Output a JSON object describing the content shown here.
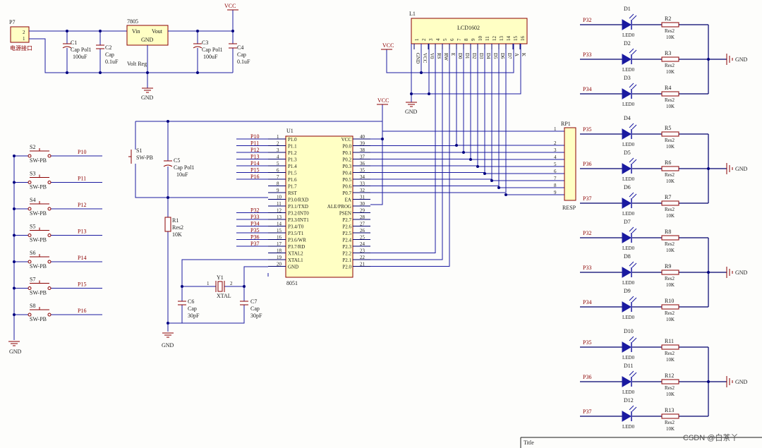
{
  "power": {
    "connector": {
      "ref": "P7",
      "pin1": "1",
      "pin2": "2",
      "name": "电源接口"
    },
    "regulator": {
      "ref": "7805",
      "vin": "Vin",
      "vout": "Vout",
      "gnd": "GND",
      "value": "Volt Reg"
    },
    "caps": [
      {
        "ref": "C1",
        "type": "Cap Pol1",
        "value": "100uF"
      },
      {
        "ref": "C2",
        "type": "Cap",
        "value": "0.1uF"
      },
      {
        "ref": "C3",
        "type": "Cap Pol1",
        "value": "100uF"
      },
      {
        "ref": "C4",
        "type": "Cap",
        "value": "0.1uF"
      }
    ],
    "vcc_label": "VCC",
    "gnd_label": "GND"
  },
  "lcd": {
    "ref": "L1",
    "name": "LCD1602",
    "pin_numbers": [
      "1",
      "2",
      "3",
      "4",
      "5",
      "6",
      "7",
      "8",
      "9",
      "10",
      "11",
      "12",
      "13",
      "14",
      "15",
      "16"
    ],
    "pin_names": [
      "GND",
      "VCC",
      "V0",
      "RS",
      "RW",
      "E",
      "D0",
      "D1",
      "D2",
      "D3",
      "D4",
      "D5",
      "D6",
      "D7",
      "A",
      "K"
    ]
  },
  "reset": {
    "switch": {
      "ref": "S1",
      "value": "SW-PB"
    },
    "cap": {
      "ref": "C5",
      "type": "Cap Pol1",
      "value": "10uF"
    },
    "res": {
      "ref": "R1",
      "type": "Res2",
      "value": "10K"
    }
  },
  "crystal": {
    "ref": "Y1",
    "value": "XTAL",
    "pin1": "1",
    "pin2": "2",
    "caps": [
      {
        "ref": "C6",
        "type": "Cap",
        "value": "30pF"
      },
      {
        "ref": "C7",
        "type": "Cap",
        "value": "30pF"
      }
    ]
  },
  "mcu": {
    "ref": "U1",
    "name": "8051",
    "left_pins": [
      {
        "num": "1",
        "name": "P1.0",
        "net": "P10"
      },
      {
        "num": "2",
        "name": "P1.1",
        "net": "P11"
      },
      {
        "num": "3",
        "name": "P1.2",
        "net": "P12"
      },
      {
        "num": "4",
        "name": "P1.3",
        "net": "P13"
      },
      {
        "num": "5",
        "name": "P1.4",
        "net": "P14"
      },
      {
        "num": "6",
        "name": "P1.5",
        "net": "P15"
      },
      {
        "num": "7",
        "name": "P1.6",
        "net": "P16"
      },
      {
        "num": "8",
        "name": "P1.7",
        "net": ""
      },
      {
        "num": "9",
        "name": "RST",
        "net": ""
      },
      {
        "num": "10",
        "name": "P3.0/RXD",
        "net": ""
      },
      {
        "num": "11",
        "name": "P3.1/TXD",
        "net": ""
      },
      {
        "num": "12",
        "name": "P3.2/INT0",
        "net": "P32"
      },
      {
        "num": "13",
        "name": "P3.3/INT1",
        "net": "P33"
      },
      {
        "num": "14",
        "name": "P3.4/T0",
        "net": "P34"
      },
      {
        "num": "15",
        "name": "P3.5/T1",
        "net": "P35"
      },
      {
        "num": "16",
        "name": "P3.6/WR",
        "net": "P36"
      },
      {
        "num": "17",
        "name": "P3.7/RD",
        "net": "P37"
      },
      {
        "num": "18",
        "name": "XTAL2",
        "net": ""
      },
      {
        "num": "19",
        "name": "XTAL1",
        "net": ""
      },
      {
        "num": "20",
        "name": "GND",
        "net": ""
      }
    ],
    "right_pins": [
      {
        "num": "40",
        "name": "VCC"
      },
      {
        "num": "39",
        "name": "P0.0"
      },
      {
        "num": "38",
        "name": "P0.1"
      },
      {
        "num": "37",
        "name": "P0.2"
      },
      {
        "num": "36",
        "name": "P0.3"
      },
      {
        "num": "35",
        "name": "P0.4"
      },
      {
        "num": "34",
        "name": "P0.5"
      },
      {
        "num": "33",
        "name": "P0.6"
      },
      {
        "num": "32",
        "name": "P0.7"
      },
      {
        "num": "31",
        "name": "EA"
      },
      {
        "num": "30",
        "name": "ALE/PROG"
      },
      {
        "num": "29",
        "name": "PSEN"
      },
      {
        "num": "28",
        "name": "P2.7"
      },
      {
        "num": "27",
        "name": "P2.6"
      },
      {
        "num": "26",
        "name": "P2.5"
      },
      {
        "num": "25",
        "name": "P2.4"
      },
      {
        "num": "24",
        "name": "P2.3"
      },
      {
        "num": "23",
        "name": "P2.2"
      },
      {
        "num": "22",
        "name": "P2.1"
      },
      {
        "num": "21",
        "name": "P2.0"
      }
    ]
  },
  "rpack": {
    "ref": "RP1",
    "value": "RESP",
    "pins": [
      "1",
      "2",
      "3",
      "4",
      "5",
      "6",
      "7",
      "8",
      "9"
    ]
  },
  "switches": [
    {
      "ref": "S2",
      "value": "SW-PB",
      "net": "P10"
    },
    {
      "ref": "S3",
      "value": "SW-PB",
      "net": "P11"
    },
    {
      "ref": "S4",
      "value": "SW-PB",
      "net": "P12"
    },
    {
      "ref": "S5",
      "value": "SW-PB",
      "net": "P13"
    },
    {
      "ref": "S6",
      "value": "SW-PB",
      "net": "P14"
    },
    {
      "ref": "S7",
      "value": "SW-PB",
      "net": "P15"
    },
    {
      "ref": "S8",
      "value": "SW-PB",
      "net": "P16"
    }
  ],
  "led_groups": [
    {
      "leds": [
        {
          "net": "P32",
          "ref": "D1",
          "type": "LED0",
          "res": "R2",
          "rtype": "Res2",
          "rval": "10K"
        },
        {
          "net": "P33",
          "ref": "D2",
          "type": "LED0",
          "res": "R3",
          "rtype": "Res2",
          "rval": "10K"
        },
        {
          "net": "P34",
          "ref": "D3",
          "type": "LED0",
          "res": "R4",
          "rtype": "Res2",
          "rval": "10K"
        }
      ]
    },
    {
      "leds": [
        {
          "net": "P35",
          "ref": "D4",
          "type": "LED0",
          "res": "R5",
          "rtype": "Res2",
          "rval": "10K"
        },
        {
          "net": "P36",
          "ref": "D5",
          "type": "LED0",
          "res": "R6",
          "rtype": "Res2",
          "rval": "10K"
        },
        {
          "net": "P37",
          "ref": "D6",
          "type": "LED0",
          "res": "R7",
          "rtype": "Res2",
          "rval": "10K"
        }
      ]
    },
    {
      "leds": [
        {
          "net": "P32",
          "ref": "D7",
          "type": "LED0",
          "res": "R8",
          "rtype": "Res2",
          "rval": "10K"
        },
        {
          "net": "P33",
          "ref": "D8",
          "type": "LED0",
          "res": "R9",
          "rtype": "Res2",
          "rval": "10K"
        },
        {
          "net": "P34",
          "ref": "D9",
          "type": "LED0",
          "res": "R10",
          "rtype": "Res2",
          "rval": "10K"
        }
      ]
    },
    {
      "leds": [
        {
          "net": "P35",
          "ref": "D10",
          "type": "LED0",
          "res": "R11",
          "rtype": "Res2",
          "rval": "10K"
        },
        {
          "net": "P36",
          "ref": "D11",
          "type": "LED0",
          "res": "R12",
          "rtype": "Res2",
          "rval": "10K"
        },
        {
          "net": "P37",
          "ref": "D12",
          "type": "LED0",
          "res": "R13",
          "rtype": "Res2",
          "rval": "10K"
        }
      ]
    }
  ],
  "gnd_label": "GND",
  "title_block": {
    "label": "Title"
  },
  "watermark": "CSDN @白茶丫"
}
